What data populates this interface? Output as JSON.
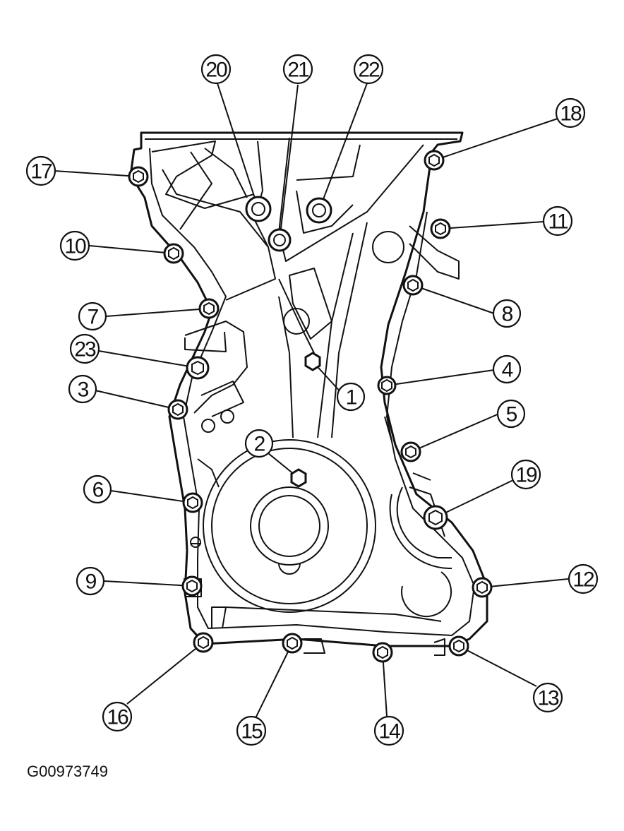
{
  "figure_code": "G00973749",
  "bolts": [
    {
      "id": "1",
      "label": "1"
    },
    {
      "id": "2",
      "label": "2"
    },
    {
      "id": "3",
      "label": "3"
    },
    {
      "id": "4",
      "label": "4"
    },
    {
      "id": "5",
      "label": "5"
    },
    {
      "id": "6",
      "label": "6"
    },
    {
      "id": "7",
      "label": "7"
    },
    {
      "id": "8",
      "label": "8"
    },
    {
      "id": "9",
      "label": "9"
    },
    {
      "id": "10",
      "label": "10"
    },
    {
      "id": "11",
      "label": "11"
    },
    {
      "id": "12",
      "label": "12"
    },
    {
      "id": "13",
      "label": "13"
    },
    {
      "id": "14",
      "label": "14"
    },
    {
      "id": "15",
      "label": "15"
    },
    {
      "id": "16",
      "label": "16"
    },
    {
      "id": "17",
      "label": "17"
    },
    {
      "id": "18",
      "label": "18"
    },
    {
      "id": "19",
      "label": "19"
    },
    {
      "id": "20",
      "label": "20"
    },
    {
      "id": "21",
      "label": "21"
    },
    {
      "id": "22",
      "label": "22"
    },
    {
      "id": "23",
      "label": "23"
    }
  ]
}
